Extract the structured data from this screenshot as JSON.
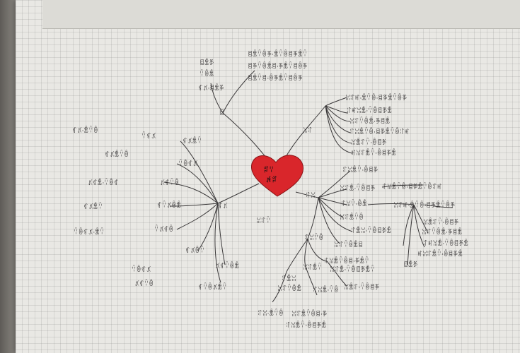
{
  "heart_color": "#d9262b",
  "core_text": [
    "ꄂꈌ",
    "ꉌꄂ"
  ],
  "branches": [
    {
      "name": "north",
      "label": "ꁌ",
      "items": [
        "ꁌꂬꃆ",
        "ꈋꉺꂬ",
        "ꁍꃤ·ꁌꂬꃆ"
      ],
      "notes": [
        "ꁌꂬꈋꉺꃆ·ꂬꈋꉺꁌꃆꂬꈋ",
        "ꁌꃆꈋꉺꂬꁌ·ꃆꂬꈋꁌꉺꃆ",
        "ꁌꂬꈋꁌ·ꉺꃆꂬꈋꁌꉺꃆ"
      ]
    },
    {
      "name": "east",
      "label": "ꈍꌌ",
      "items": [
        "ꈍꌌꎭ·ꂬꈋꉺ·ꁌꃆꂬꈋꉺꃆ",
        "ꌌꎭꈍꂬ·ꈋꉺꁌꃆꂬ",
        "ꈍꌌꈋꉺꂬ·ꃆꁌꂬ",
        "ꌌꈍꂬꈋꉺ·ꁌꃆꂬꈋꉺꌌꎭ",
        "ꈍꂬꌌꈋ·ꉺꁌꃆ",
        "ꎭꈍꌌꂬꈋ·ꉺꁌꃆꂬ"
      ]
    },
    {
      "name": "west",
      "label": "ꁍꃤ",
      "items": [
        "ꁍꃤꂬꈋ",
        "ꈋꉺꁍꃤ",
        "ꃤꁍꈋꉺ",
        "ꁍꈋꃤꉺꂬ",
        "ꈋꃤꁍꉺ",
        "ꁍꃤꉺꈋ",
        "ꃤꁍꈋꉺꂬ",
        "ꁍꈋꉺꃤꂬꈋ"
      ],
      "notes": [
        "ꁍꃤ·ꂬꈋꉺ",
        "ꈋꁍꃤ",
        "ꁍꃤꂬꈋꉺ",
        "ꃤꁍꂬ·ꈋꉺꁍ",
        "ꁍꃤꂬꈋ",
        "ꈋꉺꁍꃤ·ꂬꈋ"
      ]
    },
    {
      "name": "south",
      "label": "ꌌꈍ",
      "items": [
        "ꌌꈍꂬꈋ·ꉺꁌꃆ",
        "ꈍꌌꂬ·ꈋꉺꁌꃆ",
        "ꌌꈍꈋ·ꉺꂬ",
        "ꈍꌌꂬꈋꉺ",
        "ꌌꂬꈍ·ꈋꉺꁌꃆꂬ",
        "ꈍꌌꈋꉺꂬꁌ",
        "ꌌꈍꂬꈋꉺꁌ·ꃆꂬꈋ",
        "ꈍꌌꂬ·ꈋꉺꁌꃆꂬꈋ",
        "ꌌꈍꈋꉺ",
        "ꈍꌌꂬꈋ",
        "ꌌꂬꈍ",
        "ꈍꌌꈋꉺꂬ",
        "ꌌꈍꂬ·ꈋꉺ",
        "ꈍꂬꌌ·ꈋꉺꁌꃆ",
        "ꌌꈍ·ꂬꈋꉺ",
        "ꈍꌌꂬꈋꉺꁌ·ꃆ",
        "ꌌꈍꂬꈋ·ꉺꁌꃆꂬ",
        "ꈍꌌꈋ"
      ]
    }
  ]
}
